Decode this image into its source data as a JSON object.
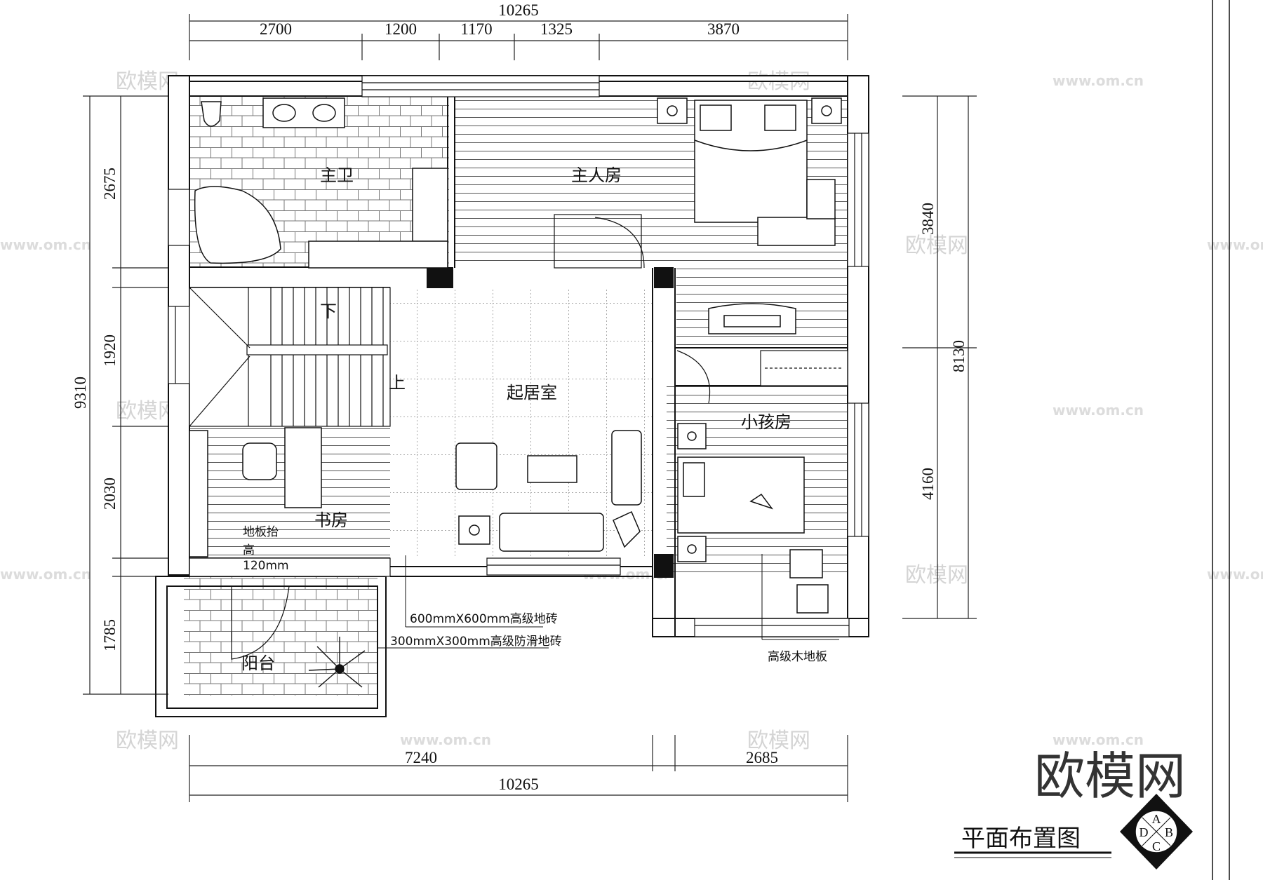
{
  "dimensions": {
    "top_total": "10265",
    "top_segments": [
      "2700",
      "1200",
      "1170",
      "1325",
      "3870"
    ],
    "bottom_segments": [
      "7240",
      "2685"
    ],
    "bottom_total": "10265",
    "left_total": "9310",
    "left_segments": [
      "2675",
      "1920",
      "2030",
      "1785"
    ],
    "right_upper": "3840",
    "right_lower": "4160",
    "right_total": "8130"
  },
  "rooms": {
    "master_bath": "主卫",
    "master_bedroom": "主人房",
    "living_room": "起居室",
    "child_room": "小孩房",
    "study": "书房",
    "balcony": "阳台"
  },
  "stairs": {
    "down": "下",
    "up": "上"
  },
  "notes": {
    "floor_raise_1": "地板抬",
    "floor_raise_2": "高",
    "floor_raise_3": "120mm",
    "tile_600": "600mmX600mm高级地砖",
    "tile_300": "300mmX300mm高级防滑地砖",
    "wood_floor": "高级木地板"
  },
  "watermark": {
    "brand_small": "欧模网",
    "url": "www.om.cn",
    "brand_large": "欧模网"
  },
  "title": "平面布置图",
  "compass": [
    "A",
    "B",
    "C",
    "D"
  ]
}
